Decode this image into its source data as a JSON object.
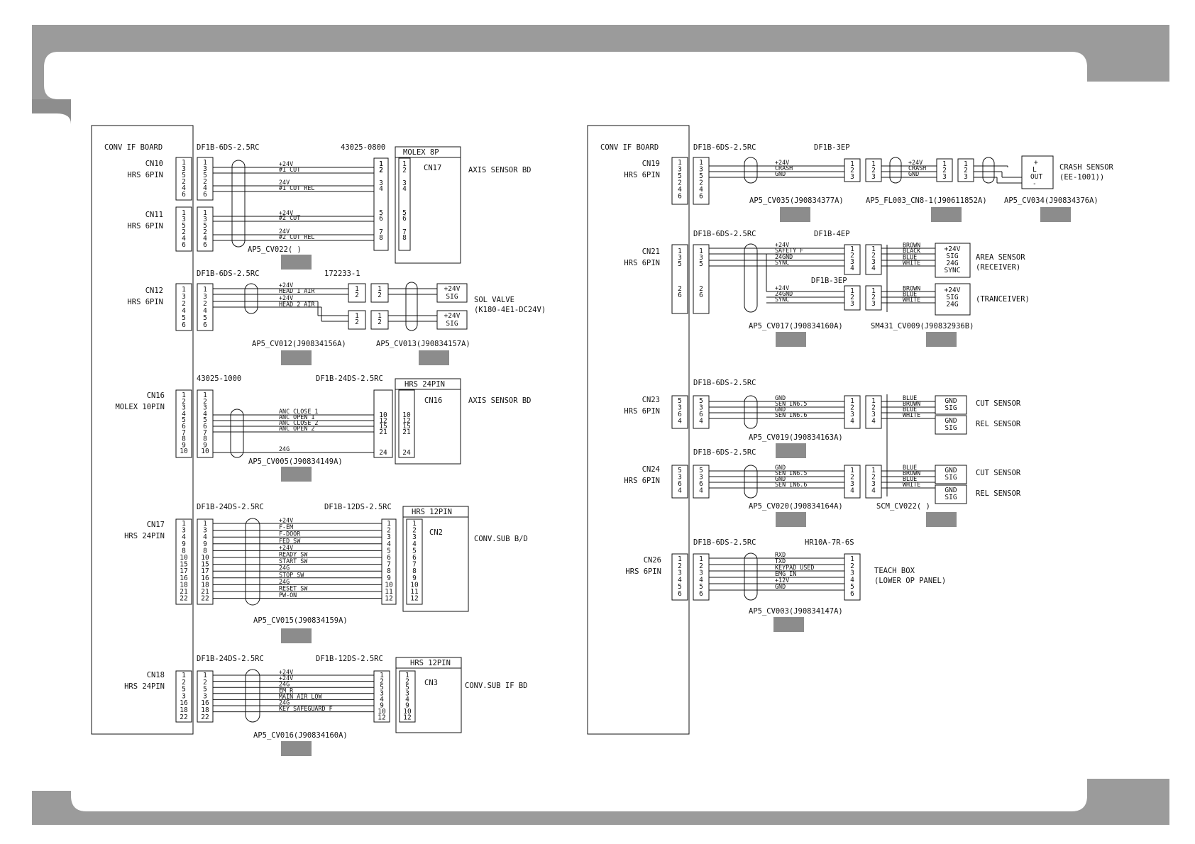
{
  "colors": {
    "frame": "#9b9b9b",
    "ink": "#111111",
    "tab": "#8d8d8d",
    "paper": "#ffffff"
  },
  "left_panel": {
    "board_title": "CONV IF BOARD",
    "connectors": [
      {
        "id": "cn10_11",
        "board_pins": [
          {
            "cn": "CN10",
            "type": "HRS 6PIN",
            "pins": [
              "1",
              "3",
              "5",
              "2",
              "4",
              "6"
            ]
          },
          {
            "cn": "CN11",
            "type": "HRS 6PIN",
            "pins": [
              "1",
              "3",
              "5",
              "2",
              "4",
              "6"
            ]
          }
        ],
        "housing": "DF1B-6DS-2.5RC",
        "far_housing": "43025-0800",
        "far_box_title": "MOLEX 8P",
        "far_cn": "CN17",
        "far_pins": [
          "1",
          "2",
          "3",
          "4",
          "5",
          "6",
          "7",
          "8"
        ],
        "target": "AXIS SENSOR BD",
        "cable": "AP5_CV022(          )",
        "signals": [
          "+24V",
          "#1 CUT",
          "24V",
          "#1 CUT REL",
          "+24V",
          "#2 CUT",
          "24V",
          "#2 CUT REL"
        ]
      },
      {
        "id": "cn12",
        "cn": "CN12",
        "type": "HRS 6PIN",
        "pins": [
          "1",
          "3",
          "2",
          "4",
          "5",
          "6"
        ],
        "housing": "DF1B-6DS-2.5RC",
        "mid_housing": "172233-1",
        "signals": [
          "+24V",
          "HEAD 1 AIR",
          "+24V",
          "HEAD 2 AIR"
        ],
        "sol_sig": [
          "+24V",
          "SIG"
        ],
        "target": "SOL VALVE",
        "target_sub": "(K180-4E1-DC24V)",
        "cables": [
          "AP5_CV012(J90834156A)",
          "AP5_CV013(J90834157A)"
        ]
      },
      {
        "id": "cn16",
        "cn": "CN16",
        "type": "MOLEX 10PIN",
        "pins": [
          "1",
          "2",
          "3",
          "4",
          "5",
          "6",
          "7",
          "8",
          "9",
          "10"
        ],
        "housing": "43025-1000",
        "far_housing": "DF1B-24DS-2.5RC",
        "far_box_title": "HRS 24PIN",
        "far_cn": "CN16",
        "far_pins": [
          "10",
          "12",
          "15",
          "21",
          "24"
        ],
        "signals": [
          "ANC CLOSE 1",
          "ANC OPEN 1",
          "ANC CLOSE 2",
          "ANC OPEN 2",
          "24G"
        ],
        "target": "AXIS SENSOR BD",
        "cable": "AP5_CV005(J90834149A)"
      },
      {
        "id": "cn17",
        "cn": "CN17",
        "type": "HRS 24PIN",
        "pins": [
          "1",
          "3",
          "4",
          "9",
          "8",
          "10",
          "15",
          "17",
          "16",
          "18",
          "21",
          "22"
        ],
        "housing": "DF1B-24DS-2.5RC",
        "far_housing": "DF1B-12DS-2.5RC",
        "far_box_title": "HRS 12PIN",
        "far_cn": "CN2",
        "far_pins": [
          "1",
          "2",
          "3",
          "4",
          "5",
          "6",
          "7",
          "8",
          "9",
          "10",
          "11",
          "12"
        ],
        "signals": [
          "+24V",
          "F-EM",
          "F-DOOR",
          "FED SW",
          "+24V",
          "READY SW",
          "START SW",
          "24G",
          "STOP SW",
          "24G",
          "RESET SW",
          "PW-ON"
        ],
        "target": "CONV.SUB B/D",
        "cable": "AP5_CV015(J90834159A)"
      },
      {
        "id": "cn18",
        "cn": "CN18",
        "type": "HRS 24PIN",
        "pins": [
          "1",
          "2",
          "5",
          "3",
          "16",
          "18",
          "22"
        ],
        "housing": "DF1B-24DS-2.5RC",
        "far_housing": "DF1B-12DS-2.5RC",
        "far_box_title": "HRS 12PIN",
        "far_cn": "CN3",
        "far_pins": [
          "1",
          "2",
          "5",
          "3",
          "4",
          "9",
          "10",
          "12"
        ],
        "signals": [
          "+24V",
          "+24V",
          "24G",
          "EM_R",
          "MAIN AIR LOW",
          "24G",
          "KEY SAFEGUARD F"
        ],
        "target": "CONV.SUB IF BD",
        "cable": "AP5_CV016(J90834160A)"
      }
    ]
  },
  "right_panel": {
    "board_title": "CONV IF BOARD",
    "connectors": [
      {
        "id": "cn19",
        "cn": "CN19",
        "type": "HRS 6PIN",
        "pins": [
          "1",
          "3",
          "5",
          "2",
          "4",
          "6"
        ],
        "housing": "DF1B-6DS-2.5RC",
        "far_housing": "DF1B-3EP",
        "pins3": [
          "1",
          "2",
          "3"
        ],
        "signals": [
          "+24V",
          "CRASH",
          "GND"
        ],
        "sensor_sig": [
          "+",
          "L",
          "OUT",
          "-"
        ],
        "target": "CRASH SENSOR",
        "target_sub": "(EE-1001))",
        "cables": [
          "AP5_CV035(J90834377A)",
          "AP5_FL003_CN8-1(J90611852A)",
          "AP5_CV034(J90834376A)"
        ]
      },
      {
        "id": "cn21",
        "cn": "CN21",
        "type": "HRS 6PIN",
        "pins": [
          "1",
          "3",
          "5",
          "2",
          "6"
        ],
        "housing": "DF1B-6DS-2.5RC",
        "far_housing": "DF1B-4EP",
        "far_housing2": "DF1B-3EP",
        "pins4": [
          "1",
          "2",
          "3",
          "4"
        ],
        "pins3": [
          "1",
          "2",
          "3"
        ],
        "signals": [
          "+24V",
          "SAFETY F",
          "24GND",
          "SYNC",
          "+24V",
          "24GND",
          "SYNC"
        ],
        "colors_a": [
          "BROWN",
          "BLACK",
          "BLUE",
          "WHITE"
        ],
        "colors_b": [
          "BROWN",
          "BLUE",
          "WHITE"
        ],
        "sig_a": [
          "+24V",
          "SIG",
          "24G",
          "SYNC"
        ],
        "sig_b": [
          "+24V",
          "SIG",
          "24G"
        ],
        "target": "AREA SENSOR",
        "target_sub": "(RECEIVER)",
        "target2": "(TRANCEIVER)",
        "cables": [
          "AP5_CV017(J90834160A)",
          "SM431_CV009(J90832936B)"
        ]
      },
      {
        "id": "cn23",
        "cn": "CN23",
        "type": "HRS 6PIN",
        "pins": [
          "5",
          "3",
          "6",
          "4"
        ],
        "housing": "DF1B-6DS-2.5RC",
        "pins4": [
          "1",
          "2",
          "3",
          "4"
        ],
        "signals": [
          "GND",
          "SEN_IN6.5",
          "GND",
          "SEN_IN6.6"
        ],
        "colors": [
          "BLUE",
          "BROWN",
          "BLUE",
          "WHITE"
        ],
        "sig": [
          "GND",
          "SIG"
        ],
        "targets": [
          "CUT SENSOR",
          "REL SENSOR"
        ],
        "cable": "AP5_CV019(J90834163A)"
      },
      {
        "id": "cn24",
        "cn": "CN24",
        "type": "HRS 6PIN",
        "pins": [
          "5",
          "3",
          "6",
          "4"
        ],
        "housing": "DF1B-6DS-2.5RC",
        "pins4": [
          "1",
          "2",
          "3",
          "4"
        ],
        "signals": [
          "GND",
          "SEN_IN6.5",
          "GND",
          "SEN_IN6.6"
        ],
        "colors": [
          "BLUE",
          "BROWN",
          "BLUE",
          "WHITE"
        ],
        "sig": [
          "GND",
          "SIG"
        ],
        "targets": [
          "CUT SENSOR",
          "REL SENSOR"
        ],
        "cables": [
          "AP5_CV020(J90834164A)",
          "SCM_CV022(          )"
        ]
      },
      {
        "id": "cn26",
        "cn": "CN26",
        "type": "HRS 6PIN",
        "pins": [
          "1",
          "2",
          "3",
          "4",
          "5",
          "6"
        ],
        "housing": "DF1B-6DS-2.5RC",
        "far_housing": "HR10A-7R-6S",
        "signals": [
          "RXD",
          "TXD",
          "KEYPAD USED",
          "EMG IN",
          "+12V",
          "GND"
        ],
        "target": "TEACH BOX",
        "target_sub": "(LOWER OP PANEL)",
        "cable": "AP5_CV003(J90834147A)"
      }
    ]
  }
}
